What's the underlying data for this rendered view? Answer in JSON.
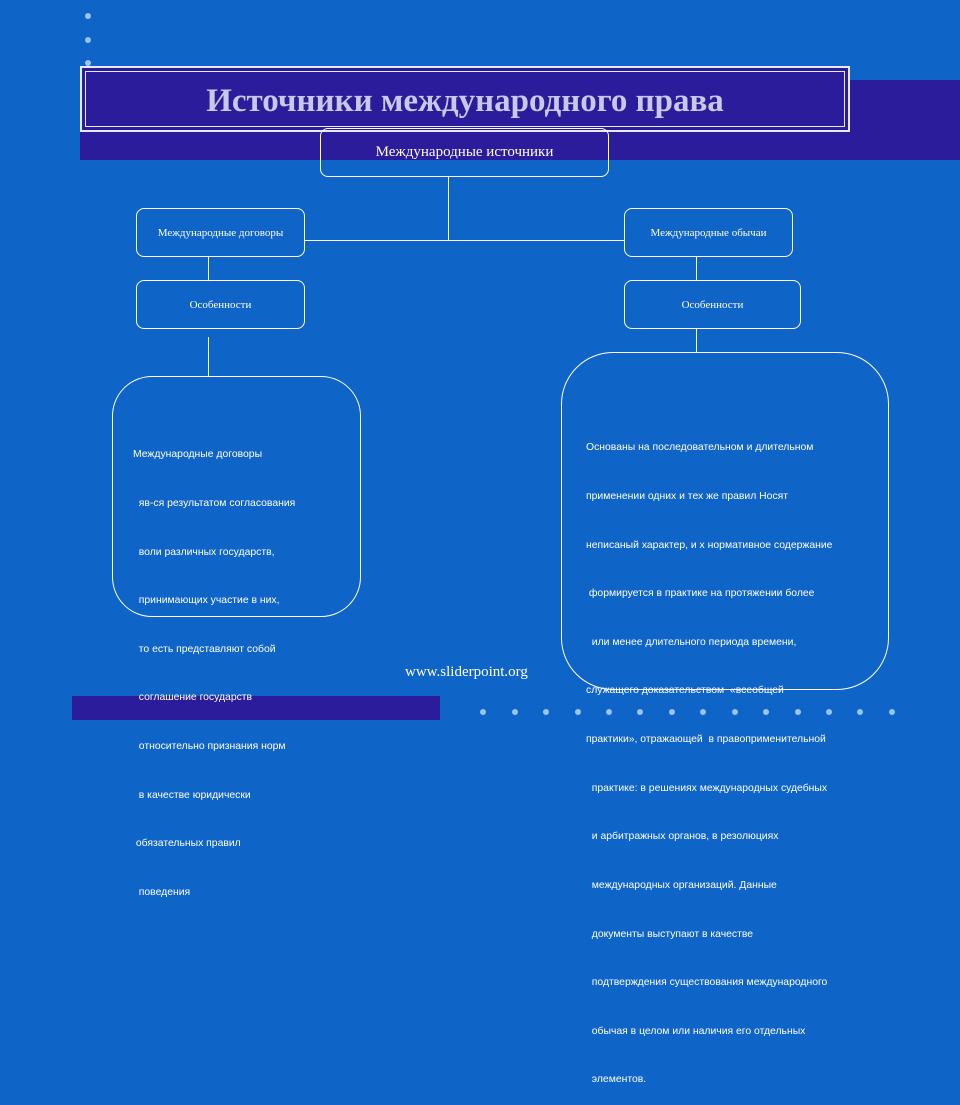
{
  "title": "Источники международного права",
  "root": "Международные источники",
  "left_branch": {
    "label": "Международные договоры",
    "feature_label": "Особенности",
    "description": [
      "Международные договоры",
      "  яв-ся результатом согласования",
      "  воли различных государств,",
      "  принимающих участие в них,",
      "  то есть представляют собой",
      "  соглашение государств",
      "  относительно признания норм",
      "  в качестве юридически",
      " обязательных правил",
      "  поведения"
    ]
  },
  "right_branch": {
    "label": "Международные обычаи",
    "feature_label": "Особенности",
    "description": [
      "Основаны на последовательном и длительном",
      "применении одних и тех же правил Носят",
      "неписаный характер, и х нормативное содержание",
      " формируется в практике на протяжении более",
      "  или менее длительного периода времени,",
      "служащего доказательством  «всеобщей",
      "практики», отражающей  в правоприменительной",
      "  практике: в решениях международных судебных",
      "  и арбитражных органов, в резолюциях",
      "  международных организаций. Данные",
      "  документы выступают в качестве",
      "  подтверждения существования международного",
      "  обычая в целом или наличия его отдельных",
      "  элементов."
    ]
  },
  "footer": "www.sliderpoint.org",
  "colors": {
    "background": "#0f64c8",
    "band": "#2a1c9a",
    "title_text": "#c8c8e8",
    "line": "#ffffff"
  }
}
